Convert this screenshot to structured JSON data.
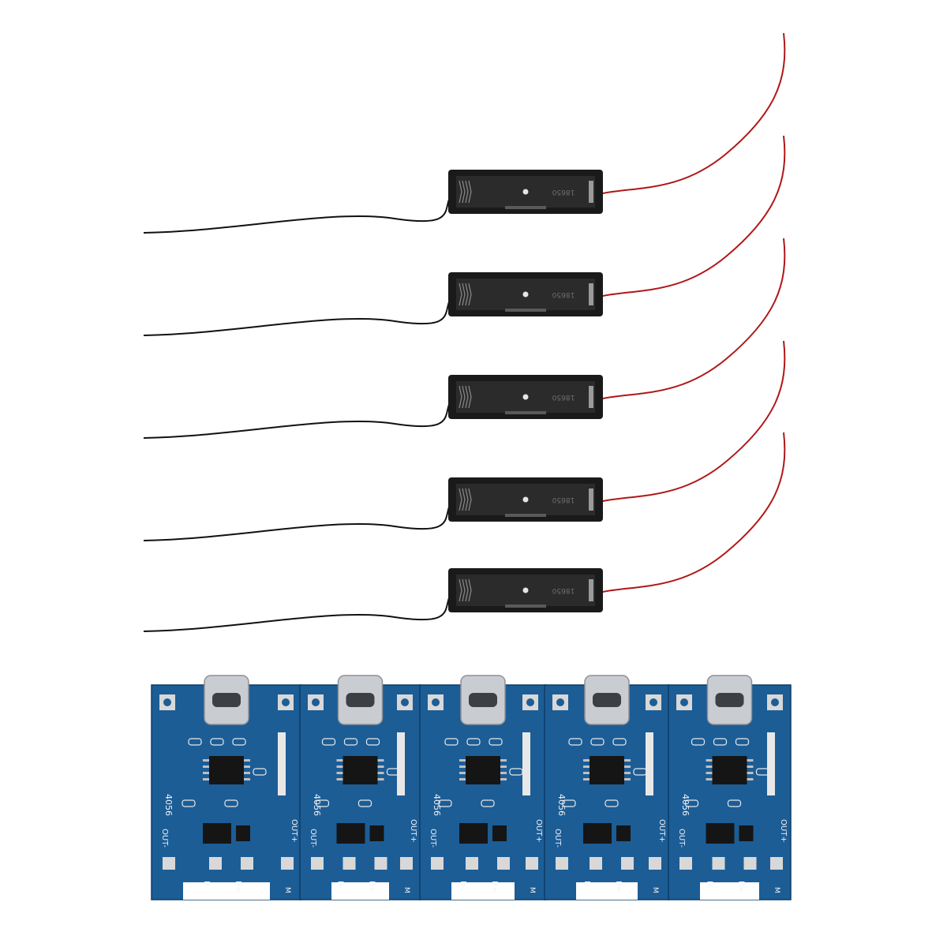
{
  "holders": [
    {
      "label": "18650"
    },
    {
      "label": "18650"
    },
    {
      "label": "18650"
    },
    {
      "label": "18650"
    },
    {
      "label": "18650"
    }
  ],
  "boards": [
    {
      "chip_label": "4056",
      "out_minus": "OUT-",
      "out_plus": "OUT+",
      "b_minus": "B-",
      "b_plus": "B+",
      "corner": "M"
    },
    {
      "chip_label": "4056",
      "out_minus": "OUT-",
      "out_plus": "OUT+",
      "b_minus": "B-",
      "b_plus": "B+",
      "corner": "M"
    },
    {
      "chip_label": "4056",
      "out_minus": "OUT-",
      "out_plus": "OUT+",
      "b_minus": "B-",
      "b_plus": "B+",
      "corner": "M"
    },
    {
      "chip_label": "4056",
      "out_minus": "OUT-",
      "out_plus": "OUT+",
      "b_minus": "B-",
      "b_plus": "B+",
      "corner": "M"
    },
    {
      "chip_label": "4056",
      "out_minus": "OUT-",
      "out_plus": "OUT+",
      "b_minus": "B-",
      "b_plus": "B+",
      "corner": "M"
    }
  ],
  "colors": {
    "background": "#ffffff",
    "holder_body": "#1a1a1a",
    "black_wire": "#111111",
    "red_wire": "#b01818",
    "pcb": "#1c5d96",
    "usb_metal": "#c9ccd0"
  }
}
